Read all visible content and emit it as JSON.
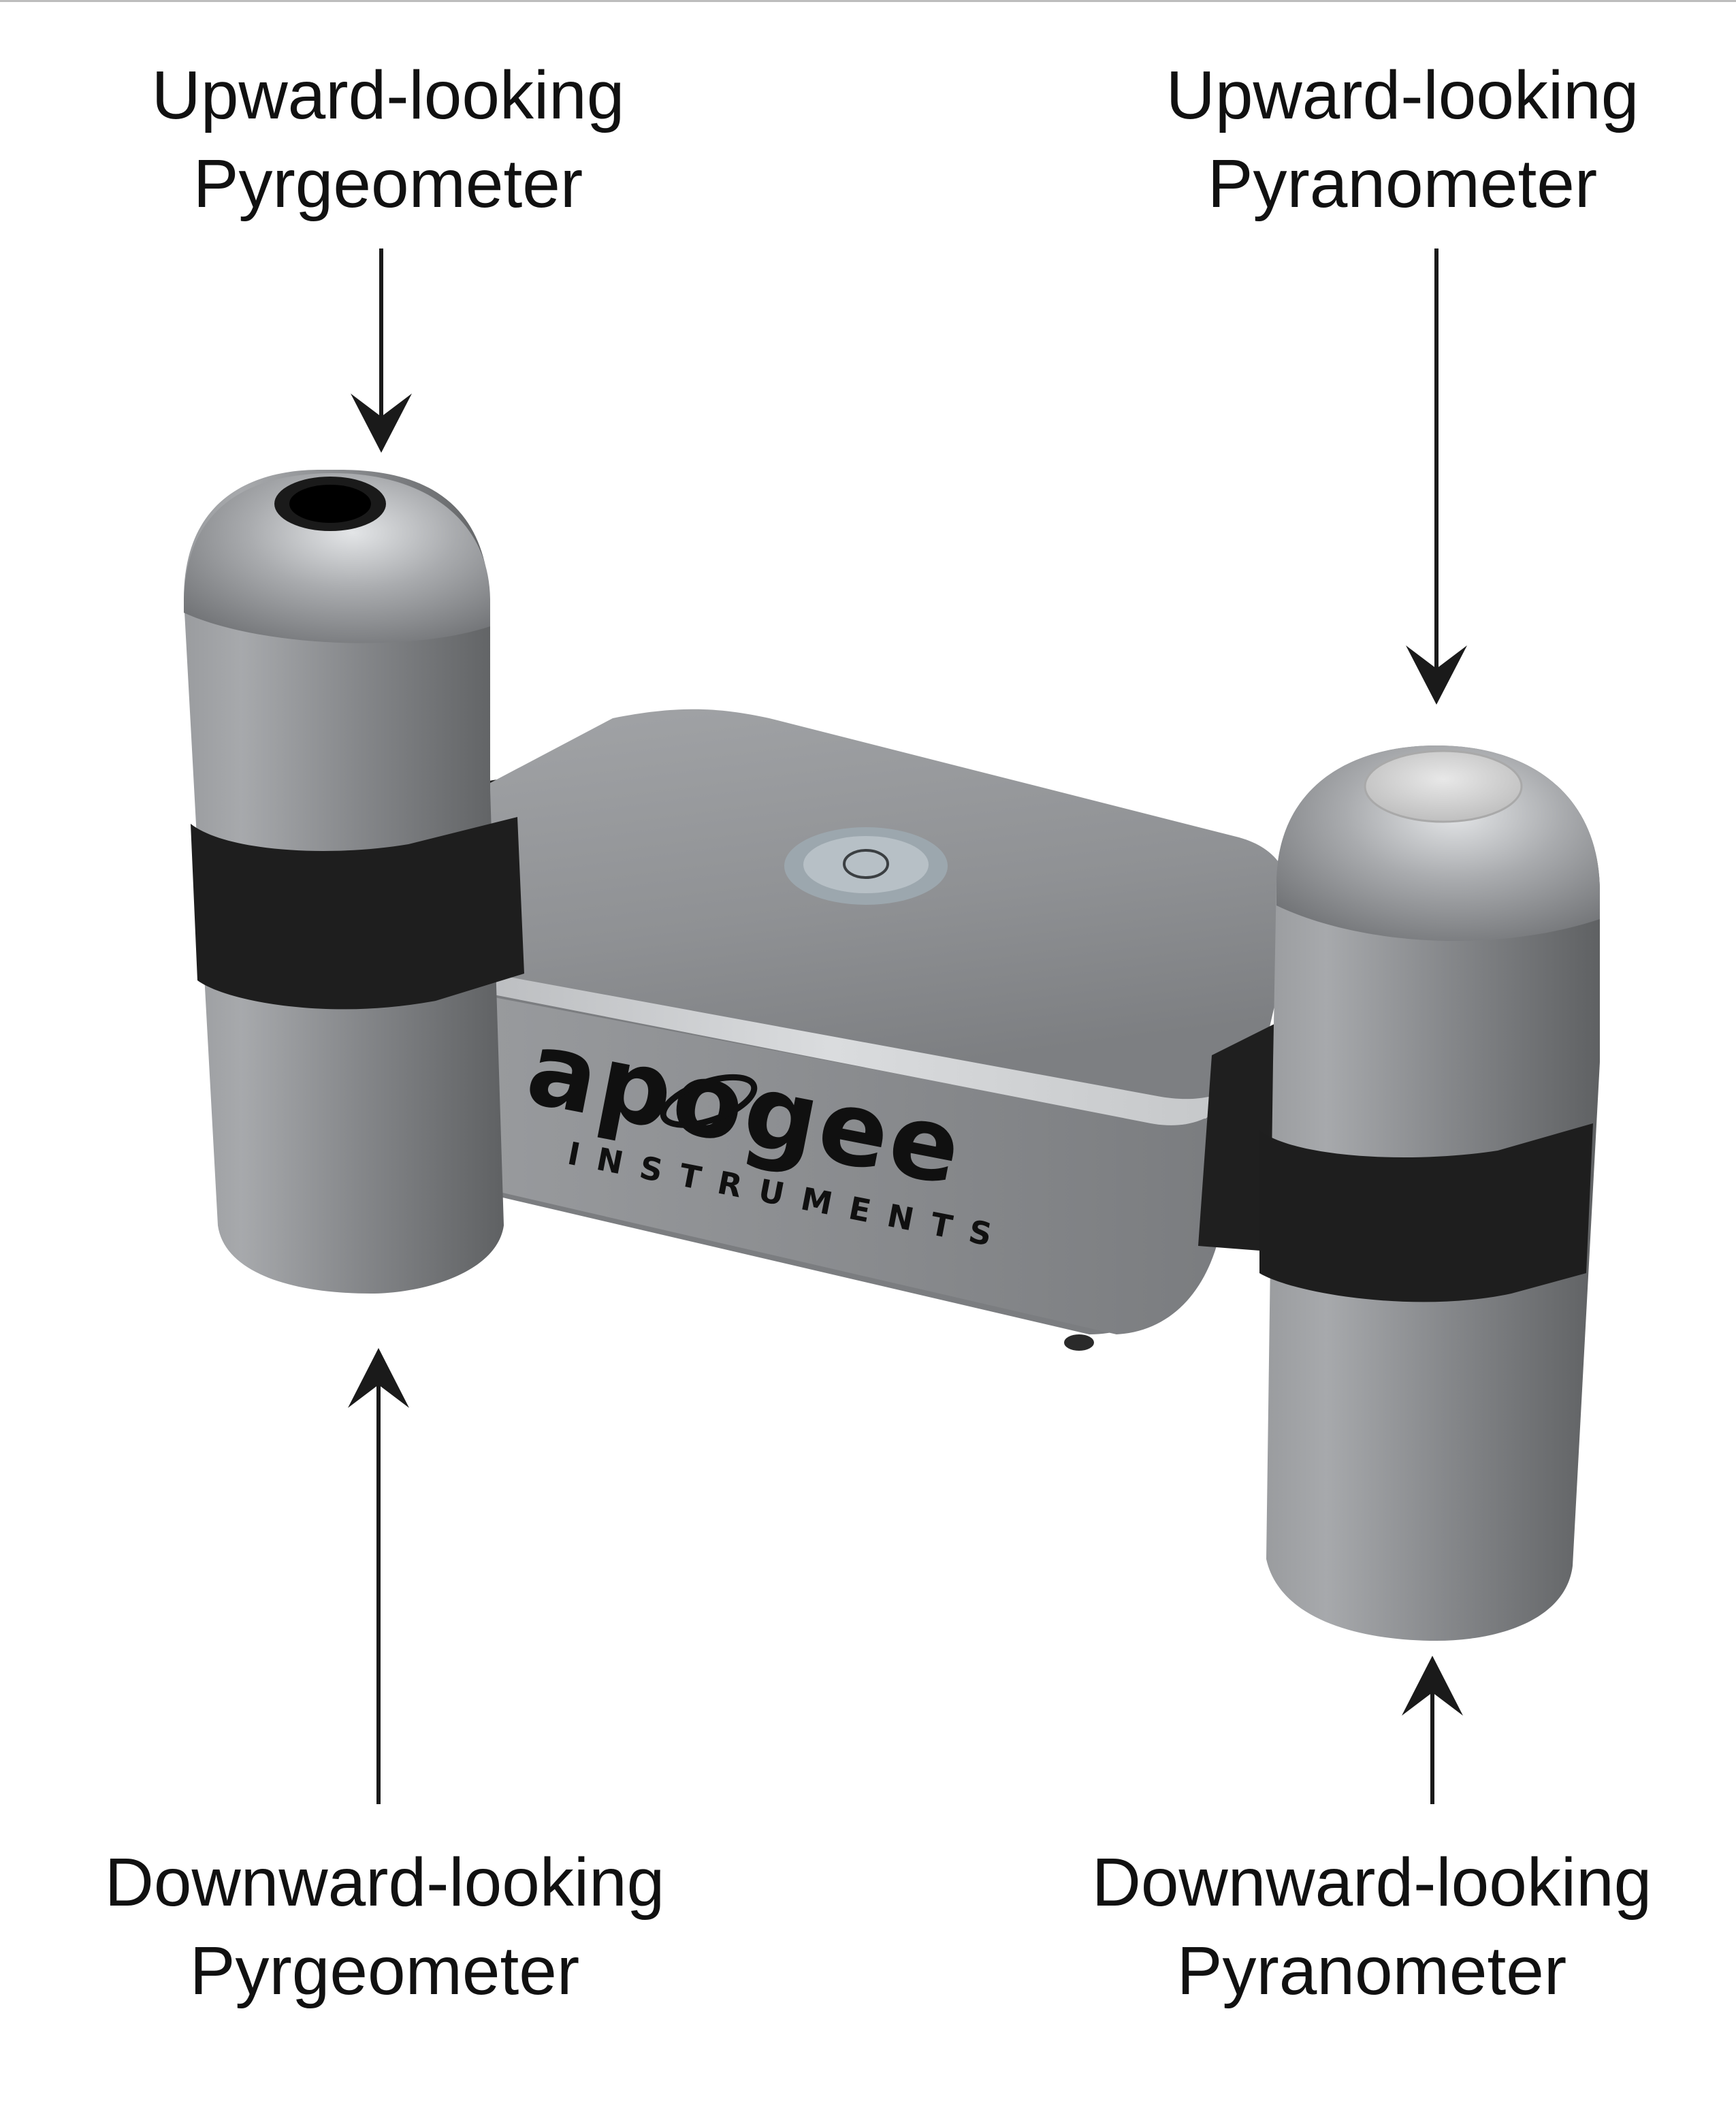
{
  "labels": {
    "upward_pyrgeometer": {
      "line1": "Upward-looking",
      "line2": "Pyrgeometer"
    },
    "upward_pyranometer": {
      "line1": "Upward-looking",
      "line2": "Pyranometer"
    },
    "downward_pyrgeometer": {
      "line1": "Downward-looking",
      "line2": "Pyrgeometer"
    },
    "downward_pyranometer": {
      "line1": "Downward-looking",
      "line2": "Pyranometer"
    }
  },
  "logo": {
    "brand": "apogee",
    "tagline": "INSTRUMENTS"
  },
  "colors": {
    "sensor_body": "#8c8e91",
    "sensor_highlight": "#d5d7d9",
    "band": "#1e1e1e",
    "arrow": "#1a1a1a",
    "text": "#111111"
  }
}
